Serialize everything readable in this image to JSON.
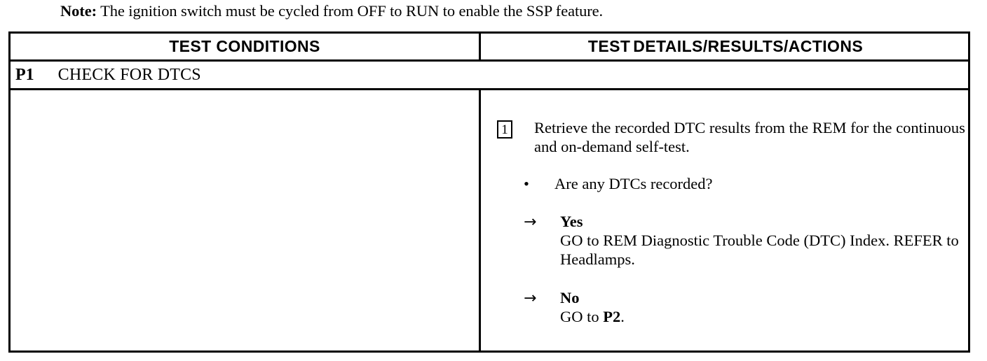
{
  "note": {
    "label": "Note:",
    "text": " The ignition switch must be cycled from OFF to RUN to enable the SSP feature."
  },
  "table": {
    "headers": {
      "left": "TEST CONDITIONS",
      "right_part_a": "TEST",
      "right_part_b": "DETAILS/RESULTS/ACTIONS",
      "right_full": "TESTDETAILS/RESULTS/ACTIONS"
    },
    "step_row": {
      "id": "P1",
      "title": "CHECK FOR DTCS"
    },
    "body": {
      "left_cell": "",
      "right_cell": {
        "substep": {
          "number": "1",
          "text": "Retrieve the recorded DTC results from the REM for the continuous and on-demand self-test."
        },
        "questions": [
          {
            "bullet": "•",
            "text": "Are any DTCs recorded?"
          }
        ],
        "branches": [
          {
            "arrow": "→",
            "answer": "Yes",
            "action_prefix": "GO to REM Diagnostic Trouble Code (DTC) Index. REFER to Headlamps.",
            "action_strong": "",
            "action_suffix": ""
          },
          {
            "arrow": "→",
            "answer": "No",
            "action_prefix": "GO to ",
            "action_strong": "P2",
            "action_suffix": "."
          }
        ]
      }
    }
  },
  "colors": {
    "ink": "#000000",
    "paper": "#ffffff",
    "rule": "#000000"
  }
}
